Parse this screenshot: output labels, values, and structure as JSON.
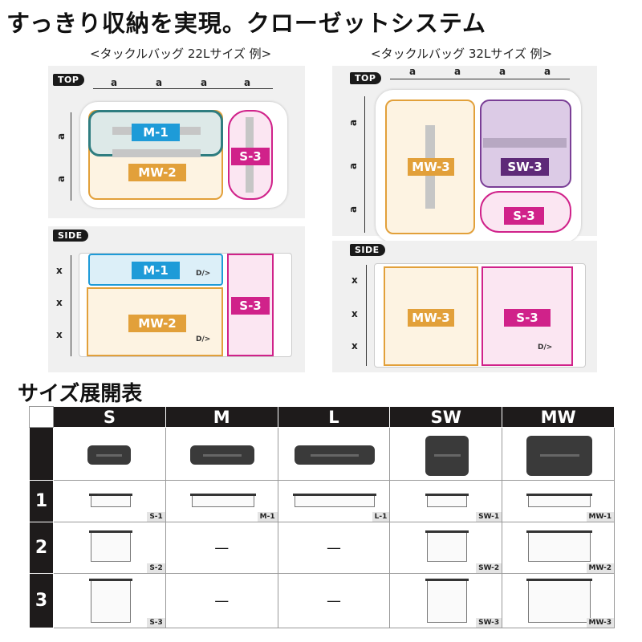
{
  "title": "すっきり収納を実現。クローゼットシステム",
  "left_caption": "<タックルバッグ 22Lサイズ 例>",
  "right_caption": "<タックルバッグ 32Lサイズ 例>",
  "top_tag": "TOP",
  "side_tag": "SIDE",
  "dim_a": "a",
  "dim_x": "x",
  "left_top": {
    "m1": "M-1",
    "mw2": "MW-2",
    "s3": "S-3"
  },
  "left_side": {
    "m1": "M-1",
    "mw2": "MW-2",
    "s3": "S-3"
  },
  "right_top": {
    "mw3": "MW-3",
    "sw3": "SW-3",
    "s3": "S-3"
  },
  "right_side": {
    "mw3": "MW-3",
    "s3": "S-3"
  },
  "colors": {
    "teal": "#2f7d80",
    "orange": "#e2a03a",
    "magenta": "#d0228a",
    "purple": "#7a3e96",
    "blue": "#1e9bd8",
    "dark": "#1e1b1b"
  },
  "section_title": "サイズ展開表",
  "table": {
    "columns": [
      "S",
      "M",
      "L",
      "SW",
      "MW"
    ],
    "rows": [
      "1",
      "2",
      "3"
    ],
    "row1_codes": [
      "S-1",
      "M-1",
      "L-1",
      "SW-1",
      "MW-1"
    ],
    "row2_codes": [
      "S-2",
      "—",
      "—",
      "SW-2",
      "MW-2"
    ],
    "row3_codes": [
      "S-3",
      "—",
      "—",
      "SW-3",
      "MW-3"
    ],
    "empty_mark": "—"
  },
  "brand_mark": "D/>"
}
